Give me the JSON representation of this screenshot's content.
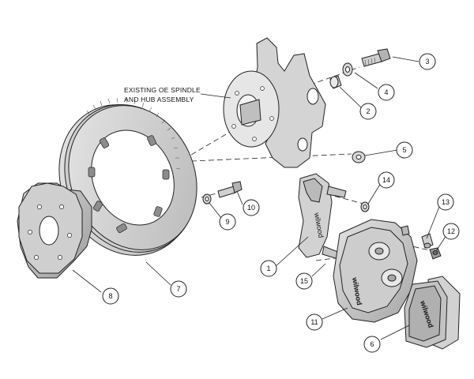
{
  "caption": {
    "line1": "EXISTING OE SPINDLE",
    "line2": "AND HUB ASSEMBLY"
  },
  "callouts": [
    {
      "id": "c1",
      "label": "1"
    },
    {
      "id": "c2",
      "label": "2"
    },
    {
      "id": "c3",
      "label": "3"
    },
    {
      "id": "c4",
      "label": "4"
    },
    {
      "id": "c5",
      "label": "5"
    },
    {
      "id": "c6",
      "label": "6"
    },
    {
      "id": "c7",
      "label": "7"
    },
    {
      "id": "c8",
      "label": "8"
    },
    {
      "id": "c9",
      "label": "9"
    },
    {
      "id": "c10",
      "label": "10"
    },
    {
      "id": "c11",
      "label": "11"
    },
    {
      "id": "c12",
      "label": "12"
    },
    {
      "id": "c13",
      "label": "13"
    },
    {
      "id": "c14",
      "label": "14"
    },
    {
      "id": "c15",
      "label": "15"
    }
  ],
  "caliper_brand": "wilwood",
  "pad_brand": "wilwood",
  "bracket_brand": "wilwood",
  "colors": {
    "line": "#222222",
    "metal_light": "#d9d9d9",
    "metal_mid": "#bdbdbd",
    "metal_dark": "#8c8c8c",
    "background": "#ffffff"
  }
}
